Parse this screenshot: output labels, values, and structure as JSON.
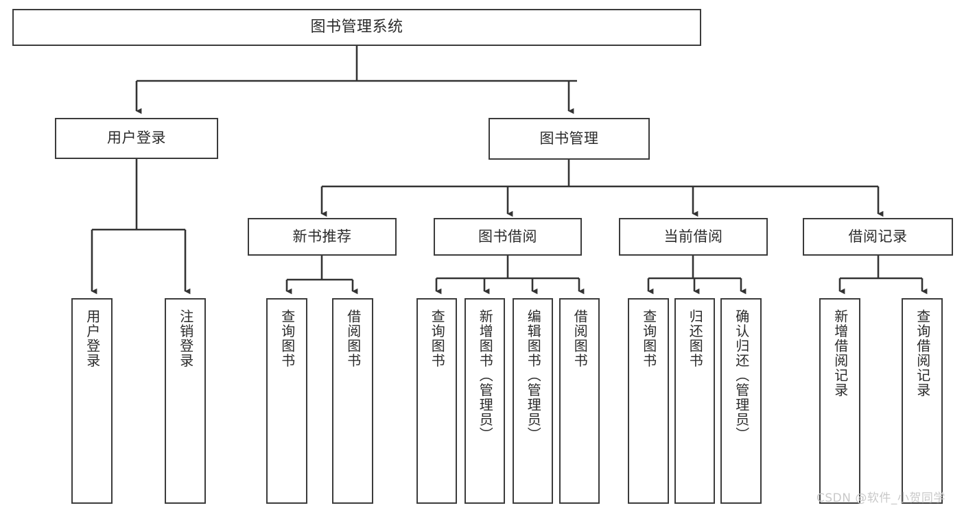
{
  "diagram": {
    "title": "图书管理系统",
    "type": "tree-hierarchy",
    "colors": {
      "box_border": "#3b3b3b",
      "box_fill": "#ffffff",
      "edge": "#333333",
      "text": "#2b2b2b",
      "watermark": "#c9c9c9",
      "background": "#ffffff"
    },
    "watermark": "CSDN @软件_小贺同学"
  },
  "nodes": {
    "root": {
      "label": "图书管理系统",
      "level": 1
    },
    "level2": [
      {
        "id": "user-login",
        "label": "用户登录"
      },
      {
        "id": "book-management",
        "label": "图书管理"
      }
    ],
    "level3": [
      {
        "id": "new-book-recommend",
        "label": "新书推荐"
      },
      {
        "id": "book-borrow",
        "label": "图书借阅"
      },
      {
        "id": "current-borrow",
        "label": "当前借阅"
      },
      {
        "id": "borrow-record",
        "label": "借阅记录"
      }
    ],
    "leaves": {
      "user_login": [
        {
          "id": "leaf-user-login",
          "label": "用户登录"
        },
        {
          "id": "leaf-logout-login",
          "label": "注销登录"
        }
      ],
      "new_book_recommend": [
        {
          "id": "leaf-query-book-1",
          "label": "查询图书"
        },
        {
          "id": "leaf-borrow-book-1",
          "label": "借阅图书"
        }
      ],
      "book_borrow": [
        {
          "id": "leaf-query-book-2",
          "label": "查询图书"
        },
        {
          "id": "leaf-add-book",
          "label": "新增图书（管理员）"
        },
        {
          "id": "leaf-edit-book",
          "label": "编辑图书（管理员）"
        },
        {
          "id": "leaf-borrow-book-2",
          "label": "借阅图书"
        }
      ],
      "current_borrow": [
        {
          "id": "leaf-query-book-3",
          "label": "查询图书"
        },
        {
          "id": "leaf-return-book",
          "label": "归还图书"
        },
        {
          "id": "leaf-confirm-return",
          "label": "确认归还（管理员）"
        }
      ],
      "borrow_record": [
        {
          "id": "leaf-add-borrow-record",
          "label": "新增借阅记录"
        },
        {
          "id": "leaf-query-borrow-record",
          "label": "查询借阅记录"
        }
      ]
    }
  }
}
